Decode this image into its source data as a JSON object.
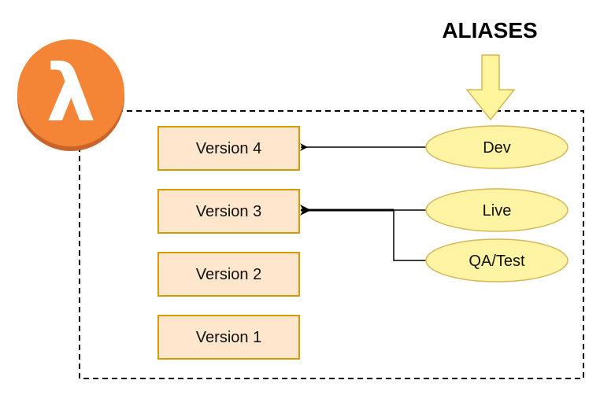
{
  "title": "ALIASES",
  "lambda": {
    "icon": "aws-lambda-icon",
    "glyph": "λ",
    "color": "#F58536",
    "shadow": "#C8652A"
  },
  "versions": [
    {
      "label": "Version 4"
    },
    {
      "label": "Version 3"
    },
    {
      "label": "Version 2"
    },
    {
      "label": "Version 1"
    }
  ],
  "aliases": [
    {
      "label": "Dev",
      "target": "Version 4"
    },
    {
      "label": "Live",
      "target": "Version 3"
    },
    {
      "label": "QA/Test",
      "target": "Version 3"
    }
  ],
  "colors": {
    "version_fill": "#FFE6CC",
    "version_stroke": "#D79B00",
    "alias_fill": "#FFF4A3",
    "alias_stroke": "#D6B656",
    "arrow_fill": "#FFF59D"
  }
}
